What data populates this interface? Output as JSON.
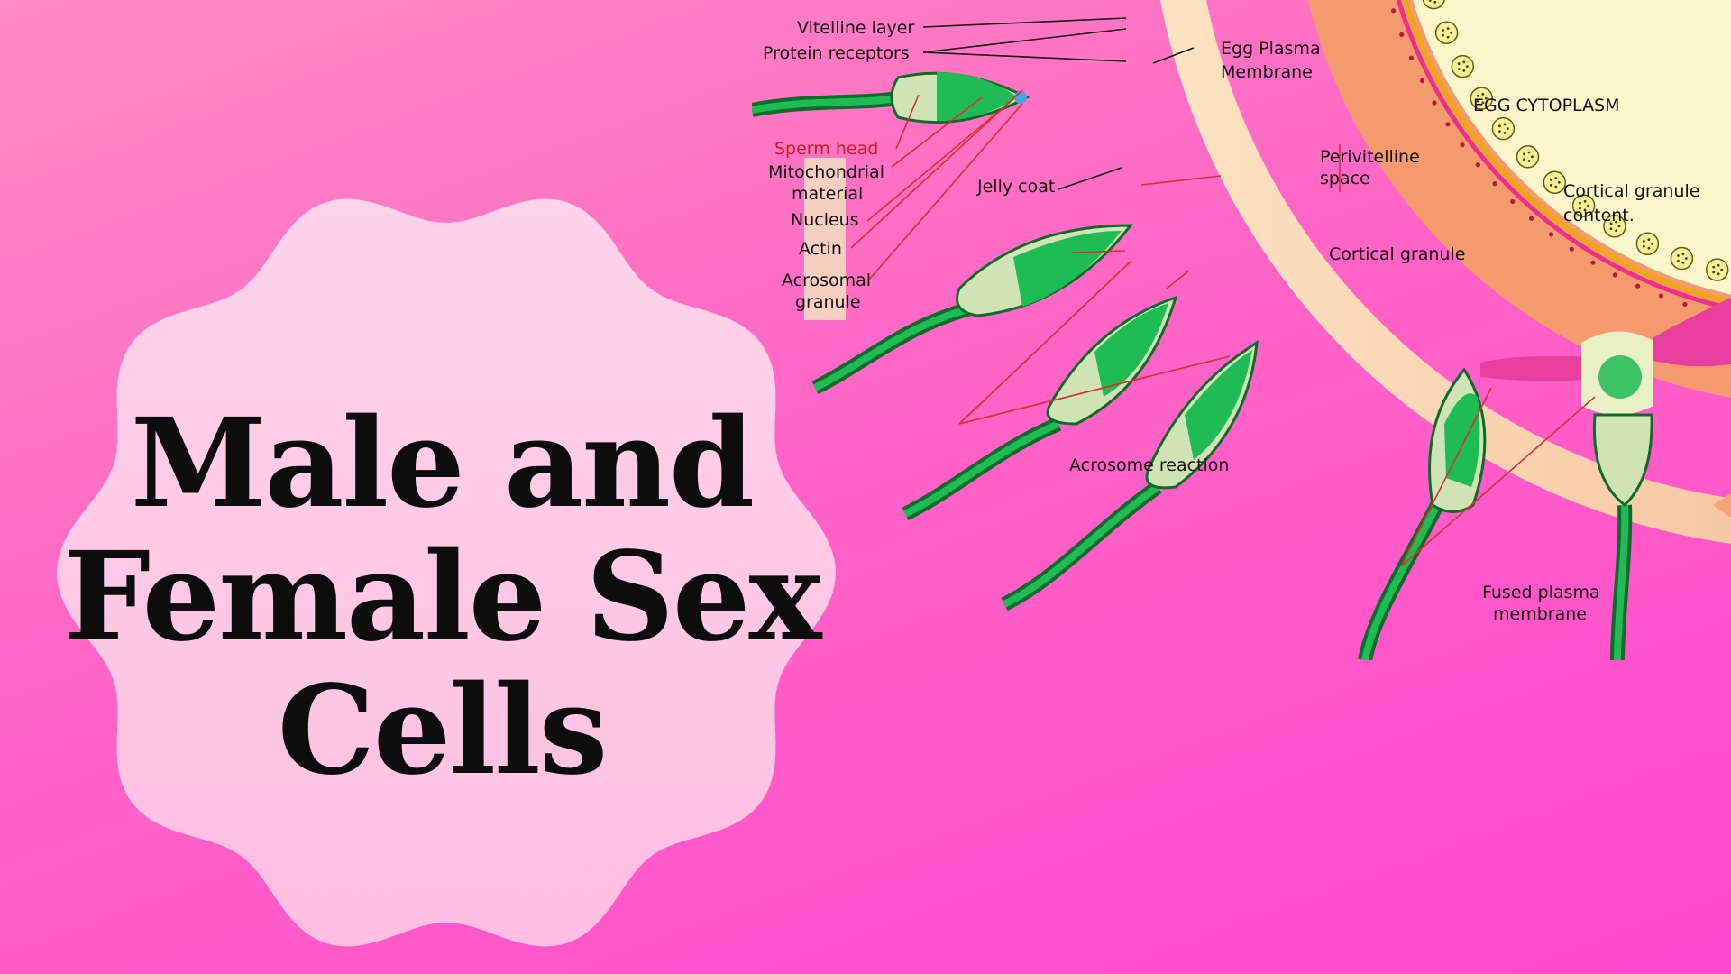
{
  "title": {
    "line1": "Male and",
    "line2": "Female Sex",
    "line3": "Cells"
  },
  "labels": {
    "vitelline_layer": "Vitelline layer",
    "protein_receptors": "Protein receptors",
    "egg_plasma_membrane_1": "Egg Plasma",
    "egg_plasma_membrane_2": "Membrane",
    "egg_cytoplasm": "EGG CYTOPLASM",
    "sperm_head": "Sperm head",
    "mitochondrial_1": "Mitochondrial",
    "mitochondrial_2": "material",
    "nucleus": "Nucleus",
    "actin": "Actin",
    "acrosomal_1": "Acrosomal",
    "acrosomal_2": "granule",
    "jelly_coat": "Jelly coat",
    "perivitelline_1": "Perivitelline",
    "perivitelline_2": "space",
    "cortical_granule": "Cortical granule",
    "cortical_content_1": "Cortical granule",
    "cortical_content_2": "content.",
    "acrosome_reaction": "Acrosome reaction",
    "fused_1": "Fused plasma",
    "fused_2": "membrane"
  },
  "colors": {
    "background_start": "#ff8cc2",
    "background_end": "#ff48cf",
    "blob": "#ffcbe6",
    "egg_cytoplasm": "#fbf6cc",
    "vitelline": "#f59a6e",
    "jelly_coat": "#fbe5c2",
    "sperm_green": "#1fbb55",
    "sperm_outline": "#0f6b2a",
    "label_red": "#c62020"
  }
}
